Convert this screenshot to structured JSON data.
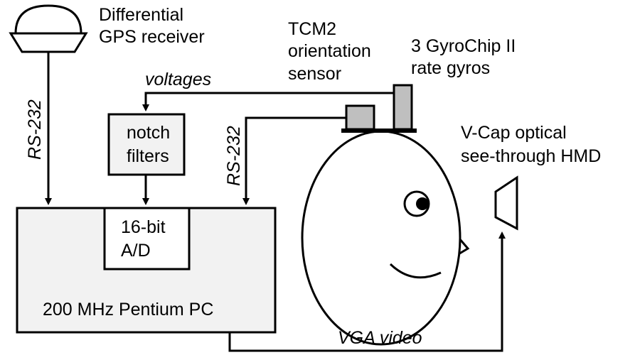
{
  "labels": {
    "gps_line1": "Differential",
    "gps_line2": "GPS receiver",
    "tcm2_line1": "TCM2",
    "tcm2_line2": "orientation",
    "tcm2_line3": "sensor",
    "gyro_line1": "3 GyroChip II",
    "gyro_line2": "rate gyros",
    "voltages": "voltages",
    "notch_line1": "notch",
    "notch_line2": "filters",
    "rs232_left": "RS-232",
    "rs232_mid": "RS-232",
    "vcap_line1": "V-Cap optical",
    "vcap_line2": "see-through HMD",
    "ad_line1": "16-bit",
    "ad_line2": "A/D",
    "pc": "200 MHz Pentium PC",
    "vga": "VGA video"
  },
  "colors": {
    "box_fill": "#f2f2f2",
    "sensor_fill": "#bfbfbf",
    "stroke": "#000000"
  }
}
